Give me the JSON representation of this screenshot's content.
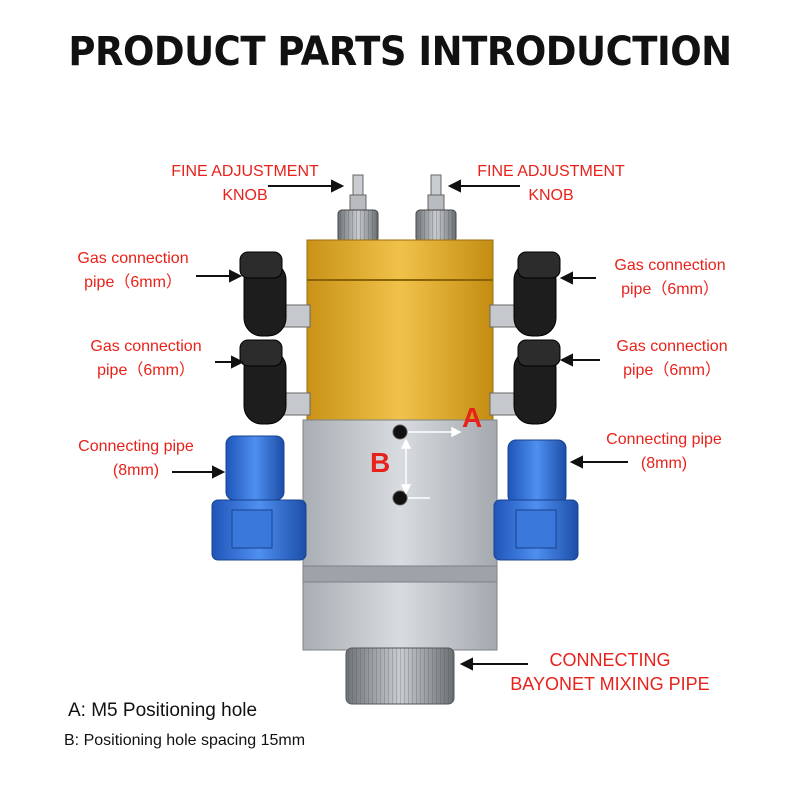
{
  "title": "PRODUCT PARTS INTRODUCTION",
  "labels": {
    "fine_knob_left": [
      "FINE ADJUSTMENT",
      "KNOB"
    ],
    "fine_knob_right": [
      "FINE ADJUSTMENT",
      "KNOB"
    ],
    "gas_upper_left": [
      "Gas connection",
      "pipe（6mm）"
    ],
    "gas_lower_left": [
      "Gas connection",
      "pipe（6mm）"
    ],
    "gas_upper_right": [
      "Gas connection",
      "pipe（6mm）"
    ],
    "gas_lower_right": [
      "Gas connection",
      "pipe（6mm）"
    ],
    "connecting_left": [
      "Connecting pipe",
      "(8mm)"
    ],
    "connecting_right": [
      "Connecting pipe",
      "(8mm)"
    ],
    "mixing_pipe": [
      "CONNECTING",
      "BAYONET MIXING PIPE"
    ]
  },
  "markers": {
    "a": "A",
    "b": "B"
  },
  "notes": {
    "a": "A:  M5 Positioning hole",
    "b": "B:  Positioning hole spacing 15mm"
  },
  "colors": {
    "label": "#e8221b",
    "gold": "#d8a21e",
    "silver": "#b9bec4",
    "blue": "#2f6fd6"
  }
}
